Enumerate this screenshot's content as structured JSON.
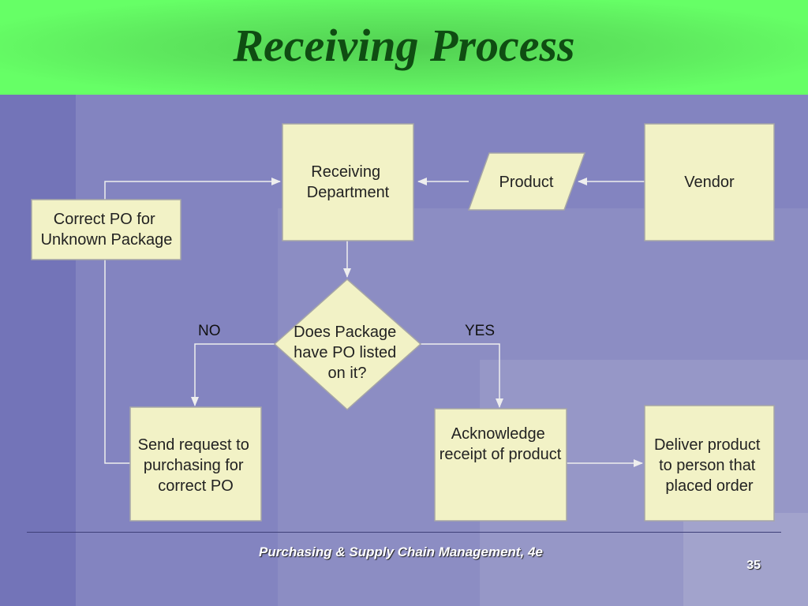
{
  "slide": {
    "title": "Receiving Process",
    "footer": "Purchasing & Supply Chain Management, 4e",
    "page_number": "35"
  },
  "colors": {
    "box_fill": "#f2f2c6",
    "box_stroke": "#a6a6a6",
    "connector": "#eeeeee",
    "title_bar": "#66ff66",
    "title_text": "#0f4d12"
  },
  "diagram": {
    "nodes": {
      "receiving": [
        "Receiving",
        "Department"
      ],
      "product": [
        "Product"
      ],
      "vendor": [
        "Vendor"
      ],
      "correct_po": [
        "Correct PO for",
        "Unknown Package"
      ],
      "decision": [
        "Does Package",
        "have PO listed",
        "on it?"
      ],
      "send_request": [
        "Send request to",
        "purchasing for",
        "correct PO"
      ],
      "acknowledge": [
        "Acknowledge",
        "receipt of product"
      ],
      "deliver": [
        "Deliver product",
        "to person that",
        "placed order"
      ]
    },
    "branch_labels": {
      "no": "NO",
      "yes": "YES"
    }
  }
}
